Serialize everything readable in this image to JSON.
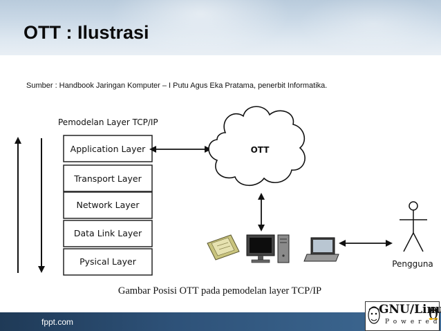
{
  "slide": {
    "title": "OTT : Ilustrasi",
    "source": "Sumber : Handbook Jaringan Komputer – I Putu Agus Eka Pratama, penerbit Informatika."
  },
  "diagram": {
    "model_title": "Pemodelan Layer TCP/IP",
    "layers": [
      {
        "label": "Application Layer"
      },
      {
        "label": "Transport Layer"
      },
      {
        "label": "Network Layer"
      },
      {
        "label": "Data Link Layer"
      },
      {
        "label": "Pysical Layer"
      }
    ],
    "cloud_label": "OTT",
    "user_label": "Pengguna",
    "caption": "Gambar Posisi OTT pada pemodelan layer TCP/IP"
  },
  "footer": {
    "site": "fppt.com",
    "badge_title": "GNU/Linux",
    "badge_subtitle": "Powered"
  }
}
